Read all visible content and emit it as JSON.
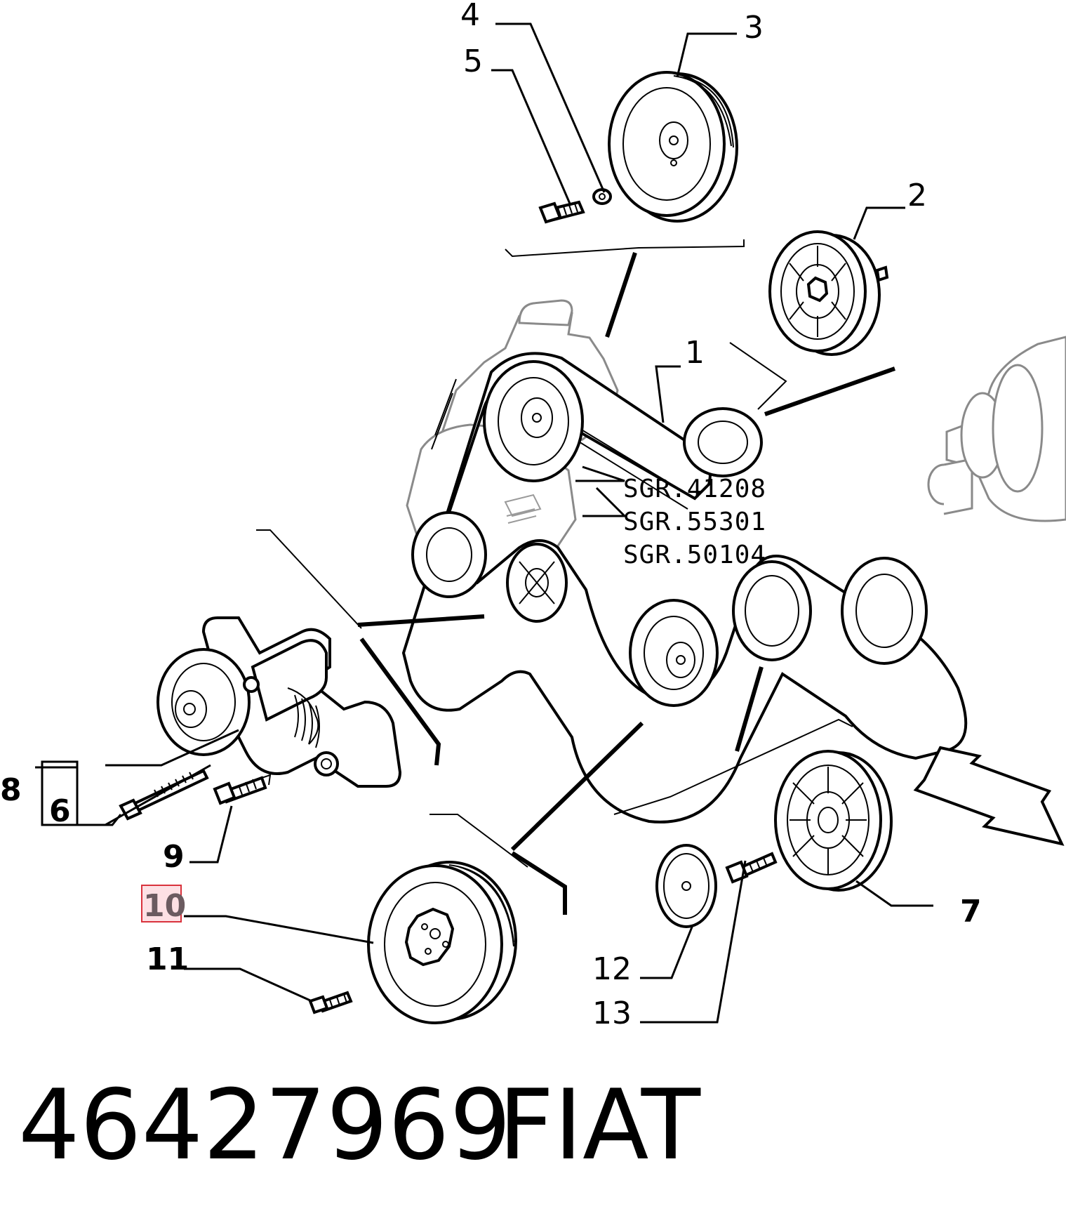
{
  "callouts": {
    "c1": "1",
    "c2": "2",
    "c3": "3",
    "c4": "4",
    "c5": "5",
    "c6": "6",
    "c7": "7",
    "c8": "8",
    "c9": "9",
    "c10": "10",
    "c11": "11",
    "c12": "12",
    "c13": "13"
  },
  "references": [
    "SGR.41208",
    "SGR.55301",
    "SGR.50104"
  ],
  "highlighted_callout": "10",
  "highlight_color": "#d9323c",
  "footer": {
    "part_number": "46427969",
    "brand": "FIAT"
  }
}
